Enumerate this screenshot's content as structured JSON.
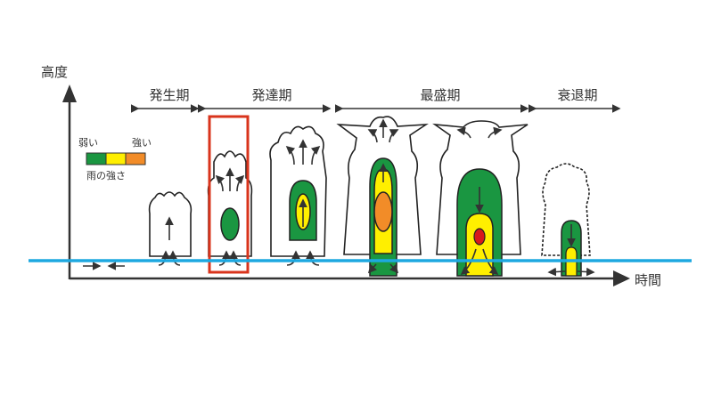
{
  "axes": {
    "y_label": "高度",
    "x_label": "時間"
  },
  "phases": [
    {
      "label": "発生期"
    },
    {
      "label": "発達期"
    },
    {
      "label": "最盛期"
    },
    {
      "label": "衰退期"
    }
  ],
  "legend": {
    "weak": "弱い",
    "strong": "強い",
    "title": "雨の強さ",
    "colors": [
      "#1a9641",
      "#ffef00",
      "#f28c28"
    ]
  },
  "colors": {
    "ground_line": "#1ea8e0",
    "highlight_box": "#d9341c",
    "rain_weak": "#1a9641",
    "rain_medium": "#ffef00",
    "rain_strong": "#f28c28",
    "rain_extreme": "#d7191c"
  }
}
